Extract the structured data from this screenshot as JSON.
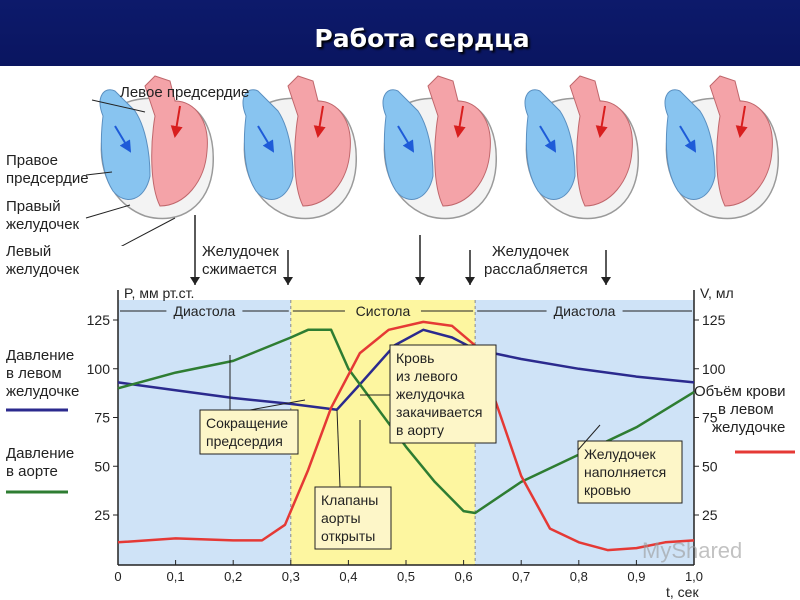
{
  "title": "Работа сердца",
  "heart_labels": {
    "left_atrium": "Левое предсердие",
    "right_atrium": [
      "Правое",
      "предсердие"
    ],
    "right_ventricle": [
      "Правый",
      "желудочек"
    ],
    "left_ventricle": [
      "Левый",
      "желудочек"
    ],
    "ventricle_contracts": [
      "Желудочек",
      "сжимается"
    ],
    "ventricle_relaxes": [
      "Желудочек",
      "расслабляется"
    ]
  },
  "legend": {
    "lv_pressure": [
      "Давление",
      "в левом",
      "желудочке"
    ],
    "aorta_pressure": [
      "Давление",
      "в аорте"
    ],
    "lv_volume": [
      "Объём крови",
      "в левом",
      "желудочке"
    ],
    "colors": {
      "lv_pressure": "#2b2a8e",
      "aorta_pressure": "#2e7d32",
      "lv_volume": "#e53935"
    }
  },
  "chart_data": {
    "type": "line",
    "y_left_label": "P, мм рт.ст.",
    "y_right_label": "V, мл",
    "x_label": "t, сек",
    "x_ticks": [
      "0",
      "0,1",
      "0,2",
      "0,3",
      "0,4",
      "0,5",
      "0,6",
      "0,7",
      "0,8",
      "0,9",
      "1,0"
    ],
    "y_ticks": [
      "25",
      "50",
      "75",
      "100",
      "125"
    ],
    "xlim": [
      0,
      1
    ],
    "ylim": [
      0,
      135
    ],
    "phases": [
      {
        "name": "Диастола",
        "start": 0,
        "end": 0.3,
        "color": "#cfe3f7"
      },
      {
        "name": "Систола",
        "start": 0.3,
        "end": 0.62,
        "color": "#fdf6a0"
      },
      {
        "name": "Диастола",
        "start": 0.62,
        "end": 1.0,
        "color": "#cfe3f7"
      }
    ],
    "series": [
      {
        "key": "lv_pressure",
        "color": "#2b2a8e",
        "points": [
          [
            0,
            93
          ],
          [
            0.1,
            89
          ],
          [
            0.2,
            85
          ],
          [
            0.3,
            82
          ],
          [
            0.38,
            79
          ],
          [
            0.42,
            92
          ],
          [
            0.48,
            112
          ],
          [
            0.53,
            120
          ],
          [
            0.58,
            116
          ],
          [
            0.62,
            110
          ],
          [
            0.7,
            105
          ],
          [
            0.8,
            100
          ],
          [
            0.9,
            96
          ],
          [
            1.0,
            93
          ]
        ]
      },
      {
        "key": "aorta_pressure",
        "color": "#2e7d32",
        "points": [
          [
            0,
            90
          ],
          [
            0.1,
            98
          ],
          [
            0.2,
            104
          ],
          [
            0.3,
            116
          ],
          [
            0.33,
            120
          ],
          [
            0.37,
            120
          ],
          [
            0.4,
            100
          ],
          [
            0.45,
            80
          ],
          [
            0.5,
            60
          ],
          [
            0.55,
            42
          ],
          [
            0.6,
            27
          ],
          [
            0.62,
            26
          ],
          [
            0.7,
            42
          ],
          [
            0.8,
            56
          ],
          [
            0.9,
            70
          ],
          [
            1.0,
            88
          ]
        ]
      },
      {
        "key": "lv_volume",
        "color": "#e53935",
        "points": [
          [
            0,
            11
          ],
          [
            0.1,
            13
          ],
          [
            0.2,
            12
          ],
          [
            0.25,
            12
          ],
          [
            0.29,
            20
          ],
          [
            0.33,
            48
          ],
          [
            0.37,
            80
          ],
          [
            0.42,
            108
          ],
          [
            0.47,
            120
          ],
          [
            0.53,
            124
          ],
          [
            0.58,
            122
          ],
          [
            0.62,
            112
          ],
          [
            0.65,
            88
          ],
          [
            0.7,
            45
          ],
          [
            0.75,
            18
          ],
          [
            0.8,
            11
          ],
          [
            0.85,
            7
          ],
          [
            0.9,
            8
          ],
          [
            0.95,
            11
          ],
          [
            1.0,
            12
          ]
        ]
      }
    ]
  },
  "annotations": {
    "atrial_contraction": [
      "Сокращение",
      "предсердия"
    ],
    "aortic_valves": [
      "Клапаны",
      "аорты",
      "открыты"
    ],
    "blood_pumped": [
      "Кровь",
      "из левого",
      "желудочка",
      "закачивается",
      "в аорту"
    ],
    "ventricle_fills": [
      "Желудочек",
      "наполняется",
      "кровью"
    ]
  },
  "watermark": "MyShared"
}
